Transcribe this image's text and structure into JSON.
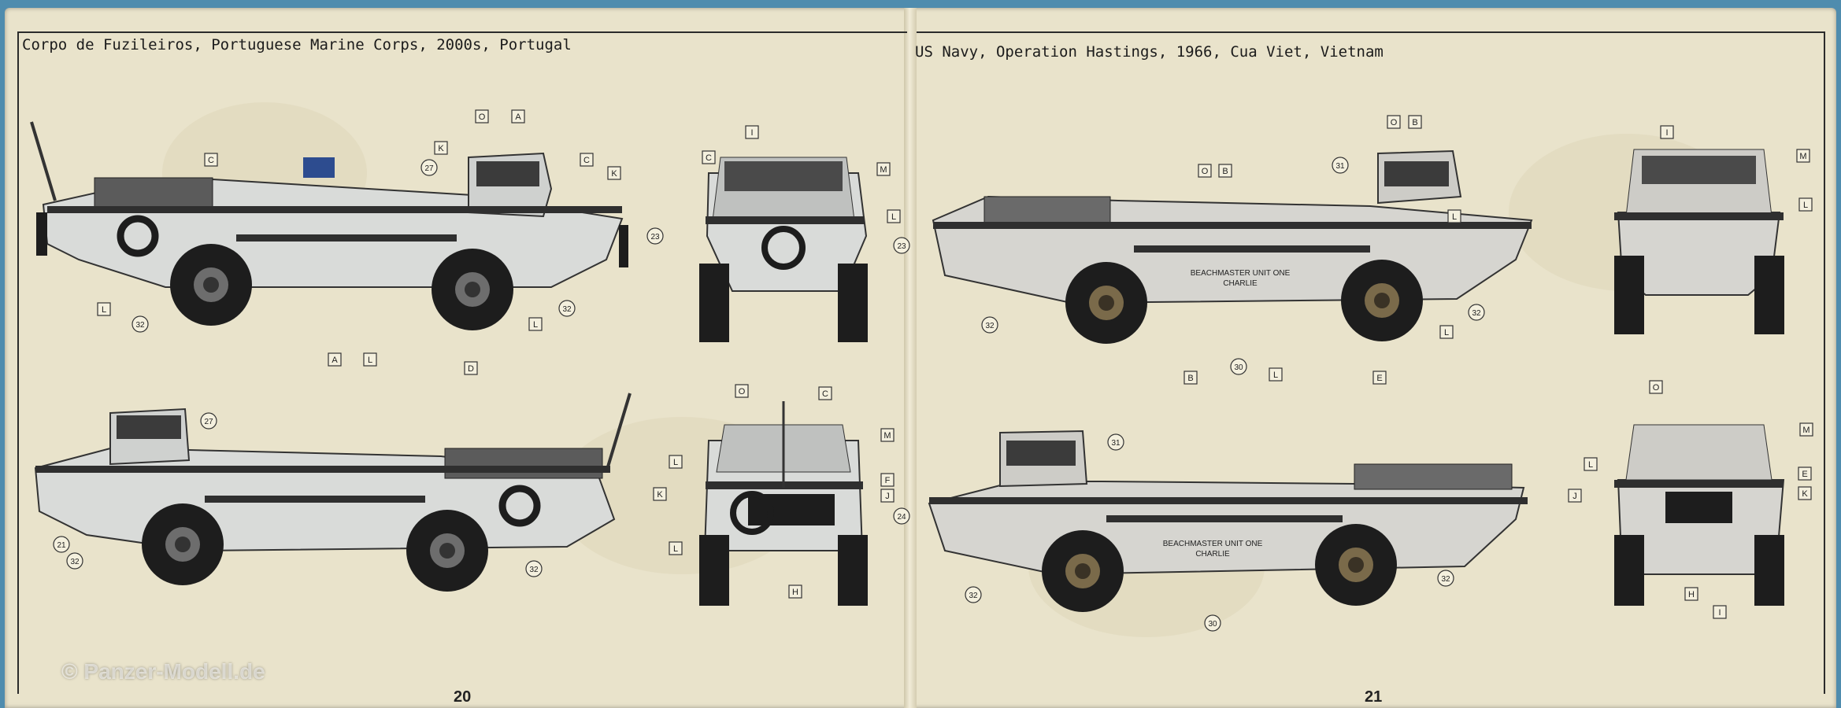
{
  "left_page": {
    "caption": "Corpo de Fuzileiros, Portuguese Marine Corps, 2000s, Portugal",
    "page_number": "20",
    "watermark": "© Panzer-Modell.de",
    "callouts_side_top": [
      "O",
      "A",
      "C",
      "K",
      "27",
      "C",
      "K",
      "L",
      "32",
      "32",
      "L",
      "A",
      "L",
      "D"
    ],
    "callouts_front_top": [
      "I",
      "C",
      "M",
      "L",
      "23",
      "23"
    ],
    "callouts_side_bottom": [
      "27",
      "21",
      "32",
      "32"
    ],
    "callouts_rear_bottom": [
      "O",
      "C",
      "L",
      "M",
      "F",
      "J",
      "K",
      "24",
      "L",
      "H"
    ]
  },
  "right_page": {
    "caption": "US Navy, Operation Hastings, 1966, Cua Viet, Vietnam",
    "page_number": "21",
    "hull_text_line1": "BEACHMASTER UNIT ONE",
    "hull_text_line2": "CHARLIE",
    "callouts_side_top": [
      "O",
      "B",
      "O",
      "B",
      "31",
      "L",
      "32",
      "32",
      "L",
      "B",
      "30",
      "L",
      "E"
    ],
    "callouts_front_top": [
      "I",
      "M",
      "L"
    ],
    "callouts_side_bottom": [
      "31",
      "32",
      "32",
      "30"
    ],
    "callouts_rear_bottom": [
      "O",
      "M",
      "L",
      "E",
      "J",
      "K",
      "H",
      "I"
    ]
  },
  "colors": {
    "paper": "#e9e3cb",
    "background": "#4f8cae",
    "portugal_body": "#d9dbd9",
    "usn_body": "#d6d5d0",
    "stripe": "#2f2f2f",
    "flag_blue": "#2d4c8f"
  }
}
